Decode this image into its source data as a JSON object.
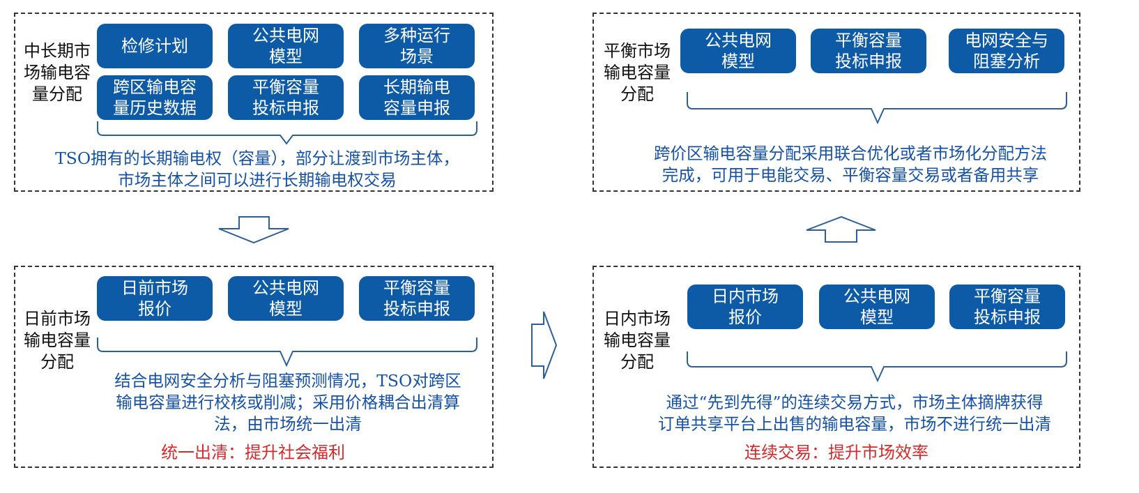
{
  "panels": {
    "mid_long": {
      "title": [
        "中长期市",
        "场输电容",
        "量分配"
      ],
      "boxes": [
        {
          "label": "检修计划"
        },
        {
          "label": "公共电网\n模型"
        },
        {
          "label": "多种运行\n场景"
        },
        {
          "label": "跨区输电容\n量历史数据"
        },
        {
          "label": "平衡容量\n投标申报"
        },
        {
          "label": "长期输电\n容量申报"
        }
      ],
      "desc": [
        "TSO拥有的长期输电权（容量），部分让渡到市场主体，",
        "市场主体之间可以进行长期输电权交易"
      ]
    },
    "balancing": {
      "title": [
        "平衡市场",
        "输电容量",
        "分配"
      ],
      "boxes": [
        {
          "label": "公共电网\n模型"
        },
        {
          "label": "平衡容量\n投标申报"
        },
        {
          "label": "电网安全与\n阻塞分析"
        }
      ],
      "desc": [
        "跨价区输电容量分配采用联合优化或者市场化分配方法",
        "完成，可用于电能交易、平衡容量交易或者备用共享"
      ]
    },
    "day_ahead": {
      "title": [
        "日前市场",
        "输电容量",
        "分配"
      ],
      "boxes": [
        {
          "label": "日前市场\n报价"
        },
        {
          "label": "公共电网\n模型"
        },
        {
          "label": "平衡容量\n投标申报"
        }
      ],
      "desc": [
        "结合电网安全分析与阻塞预测情况，TSO对跨区",
        "输电容量进行校核或削减；采用价格耦合出清算",
        "法，由市场统一出清"
      ],
      "highlight": "统一出清：提升社会福利"
    },
    "intraday": {
      "title": [
        "日内市场",
        "输电容量",
        "分配"
      ],
      "boxes": [
        {
          "label": "日内市场\n报价"
        },
        {
          "label": "公共电网\n模型"
        },
        {
          "label": "平衡容量\n投标申报"
        }
      ],
      "desc": [
        "通过“先到先得”的连续交易方式，市场主体摘牌获得",
        "订单共享平台上出售的输电容量，市场不进行统一出清"
      ],
      "highlight": "连续交易：提升市场效率"
    }
  },
  "colors": {
    "box": "#0d5aa7",
    "desc_text": "#1552a6",
    "highlight": "#d7282a",
    "arrow": "#2b5f97",
    "border": "#333333"
  },
  "arrows": [
    {
      "name": "arrow-down-icon",
      "direction": "down"
    },
    {
      "name": "arrow-right-icon",
      "direction": "right"
    },
    {
      "name": "arrow-up-icon",
      "direction": "up"
    }
  ]
}
